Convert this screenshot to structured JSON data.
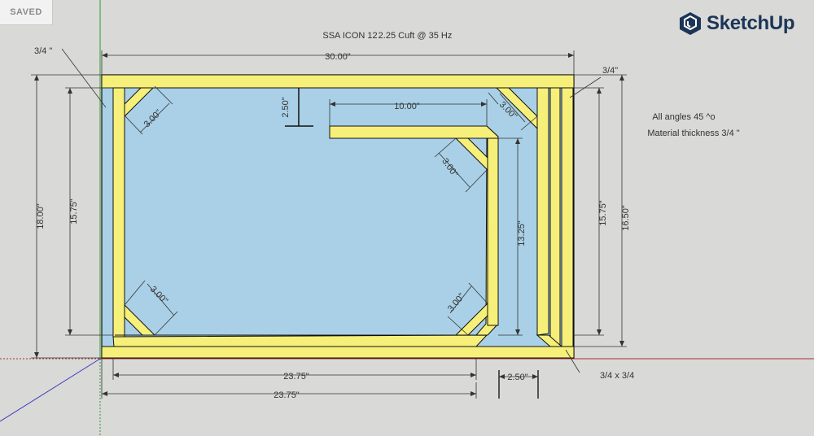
{
  "app": {
    "status_badge": "SAVED",
    "logo_text": "SketchUp"
  },
  "drawing": {
    "title": "SSA ICON 12",
    "subtitle": "2.25 Cuft @ 35 Hz",
    "notes": [
      "All angles 45 ^o",
      "Material thickness 3/4 \""
    ],
    "colors": {
      "cavity": "#a9d0e6",
      "wood": "#f6f07a",
      "outline": "#111111",
      "dim": "#333333"
    },
    "labels": {
      "top_width": "30.00\"",
      "top_left_thickness": "3/4 \"",
      "right_thickness": "3/4\"",
      "left_height": "18.00\"",
      "left_inner_height": "15.75\"",
      "port_offset": "2.50\"",
      "port_length": "10.00\"",
      "brace_top_left": "3.00\"",
      "brace_top_right": "3.00\"",
      "brace_port": "3.00\"",
      "brace_bottom_left": "3.00\"",
      "brace_bottom_right": "3.00\"",
      "port_height": "13.25\"",
      "right_inner_height": "15.75\"",
      "right_height": "16.50\"",
      "bottom_inner_width": "23.75\"",
      "bottom_width": "23.75\"",
      "bottom_port_width": "2.50\"",
      "corner_note": "3/4 x 3/4"
    }
  }
}
